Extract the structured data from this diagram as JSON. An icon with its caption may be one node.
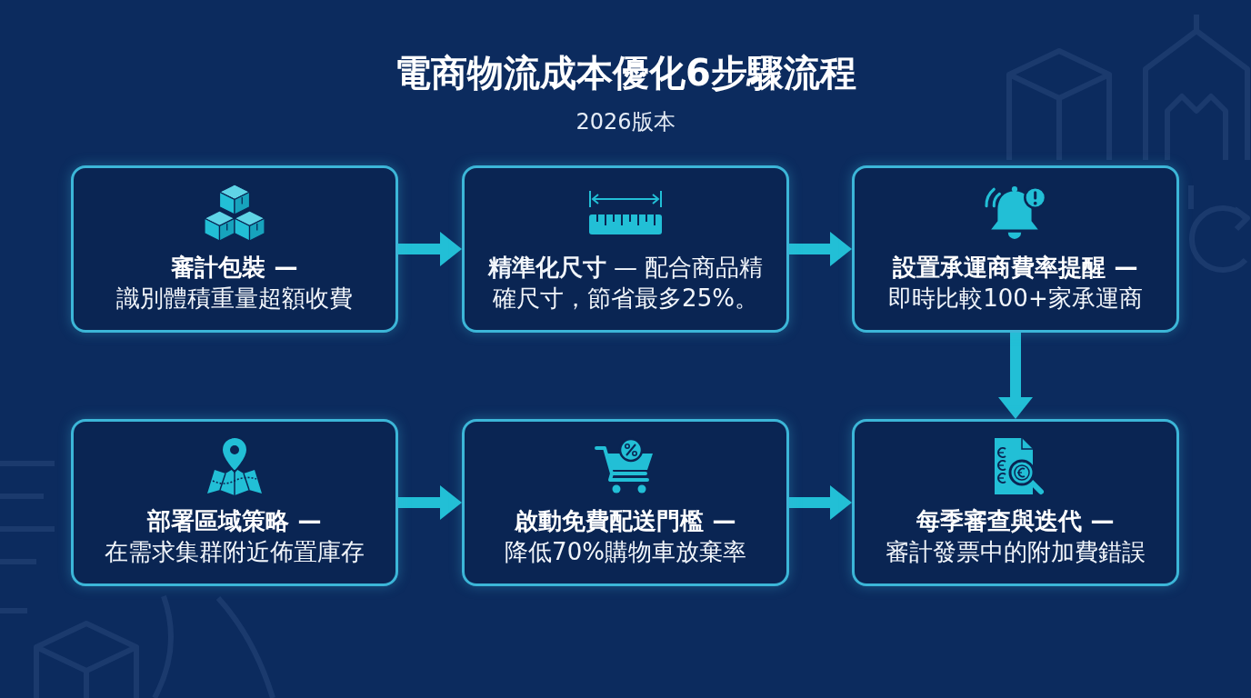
{
  "diagram": {
    "title": "電商物流成本優化6步驟流程",
    "nodes": [
      {
        "text": [
          "審計包裝 —",
          "識別體積重量超額收費"
        ]
      },
      {
        "text": [
          "**精準化尺寸** — 配合商品精確尺寸，節省最多25%。"
        ]
      },
      {
        "text": [
          "設置承運商費率提醒 —",
          "即時比較100+家承運商"
        ]
      },
      {
        "text": [
          "部署區域策略 —",
          "在需求集群附近佈置庫存"
        ]
      },
      {
        "text": [
          "啟動免費配送門檻 —",
          "降低70%購物車放棄率"
        ]
      },
      {
        "text": [
          "每季審查與迭代 —",
          "審計發票中的附加費錯誤"
        ]
      }
    ],
    "edges": [
      {
        "from": 0,
        "to": 1,
        "arrow": "to"
      },
      {
        "from": 1,
        "to": 2,
        "arrow": "to"
      },
      {
        "from": 2,
        "to": 5,
        "arrow": "to"
      },
      {
        "from": 3,
        "to": 4,
        "arrow": "to"
      },
      {
        "from": 4,
        "to": 5,
        "arrow": "to"
      }
    ],
    "labels": [
      "2026版本"
    ]
  }
}
